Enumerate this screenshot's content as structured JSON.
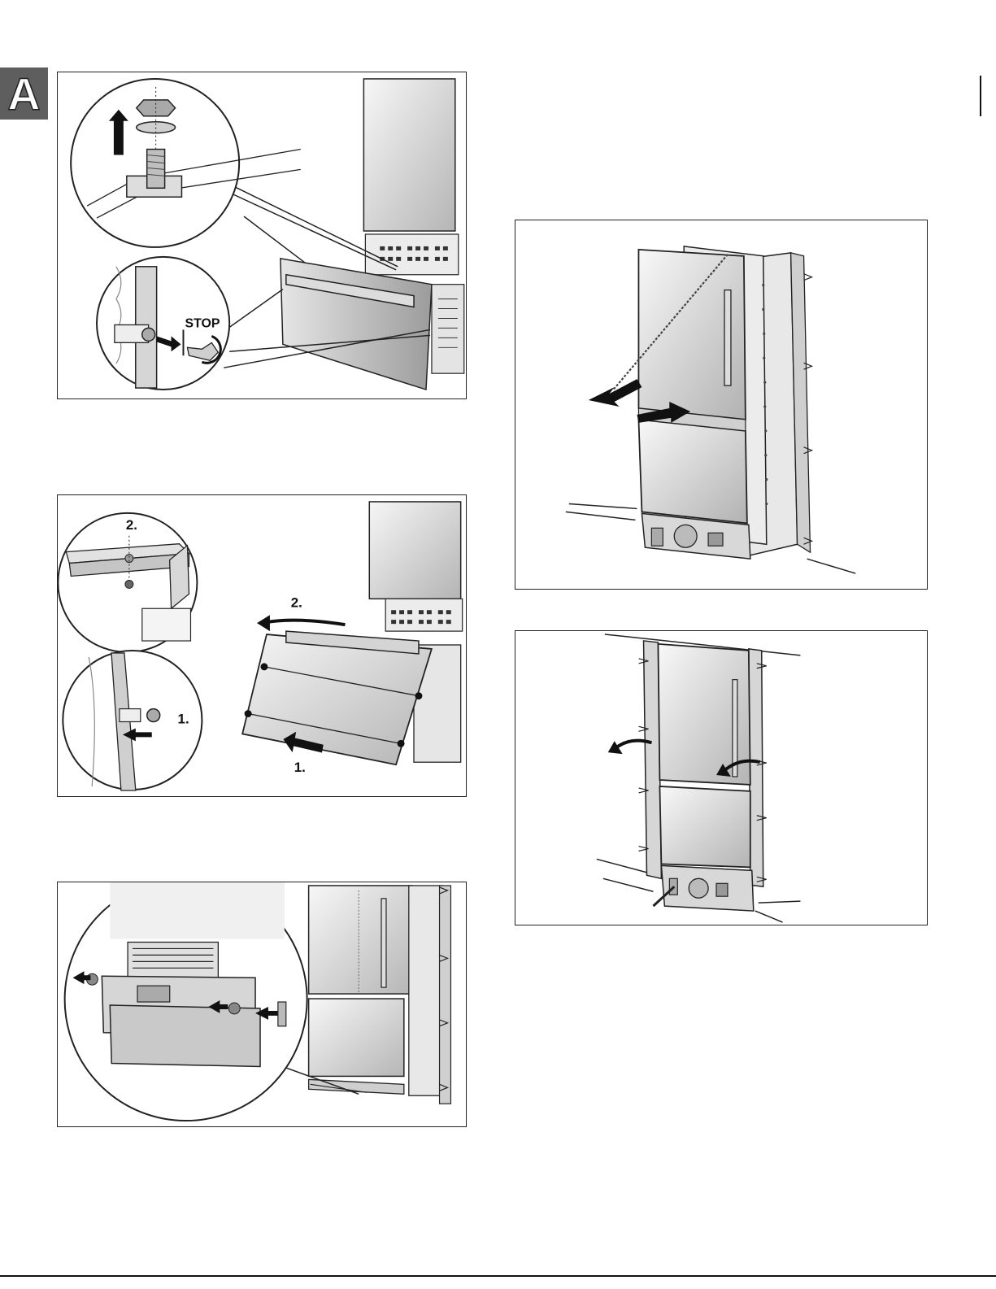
{
  "section_tab": {
    "letter": "A"
  },
  "figures": [
    {
      "id": "fig-1",
      "labels": {
        "stop": "STOP"
      }
    },
    {
      "id": "fig-2",
      "labels": {
        "step_2_inset": "2.",
        "step_1_inset": "1.",
        "step_2_arrow": "2.",
        "step_1_arrow": "1."
      }
    },
    {
      "id": "fig-3",
      "labels": {}
    },
    {
      "id": "fig-4",
      "labels": {}
    },
    {
      "id": "fig-5",
      "labels": {}
    }
  ],
  "colors": {
    "line": "#111111",
    "panel_light": "#f2f2f2",
    "panel_dark": "#bcbcbc",
    "tab_bg": "#5e5e5e"
  }
}
